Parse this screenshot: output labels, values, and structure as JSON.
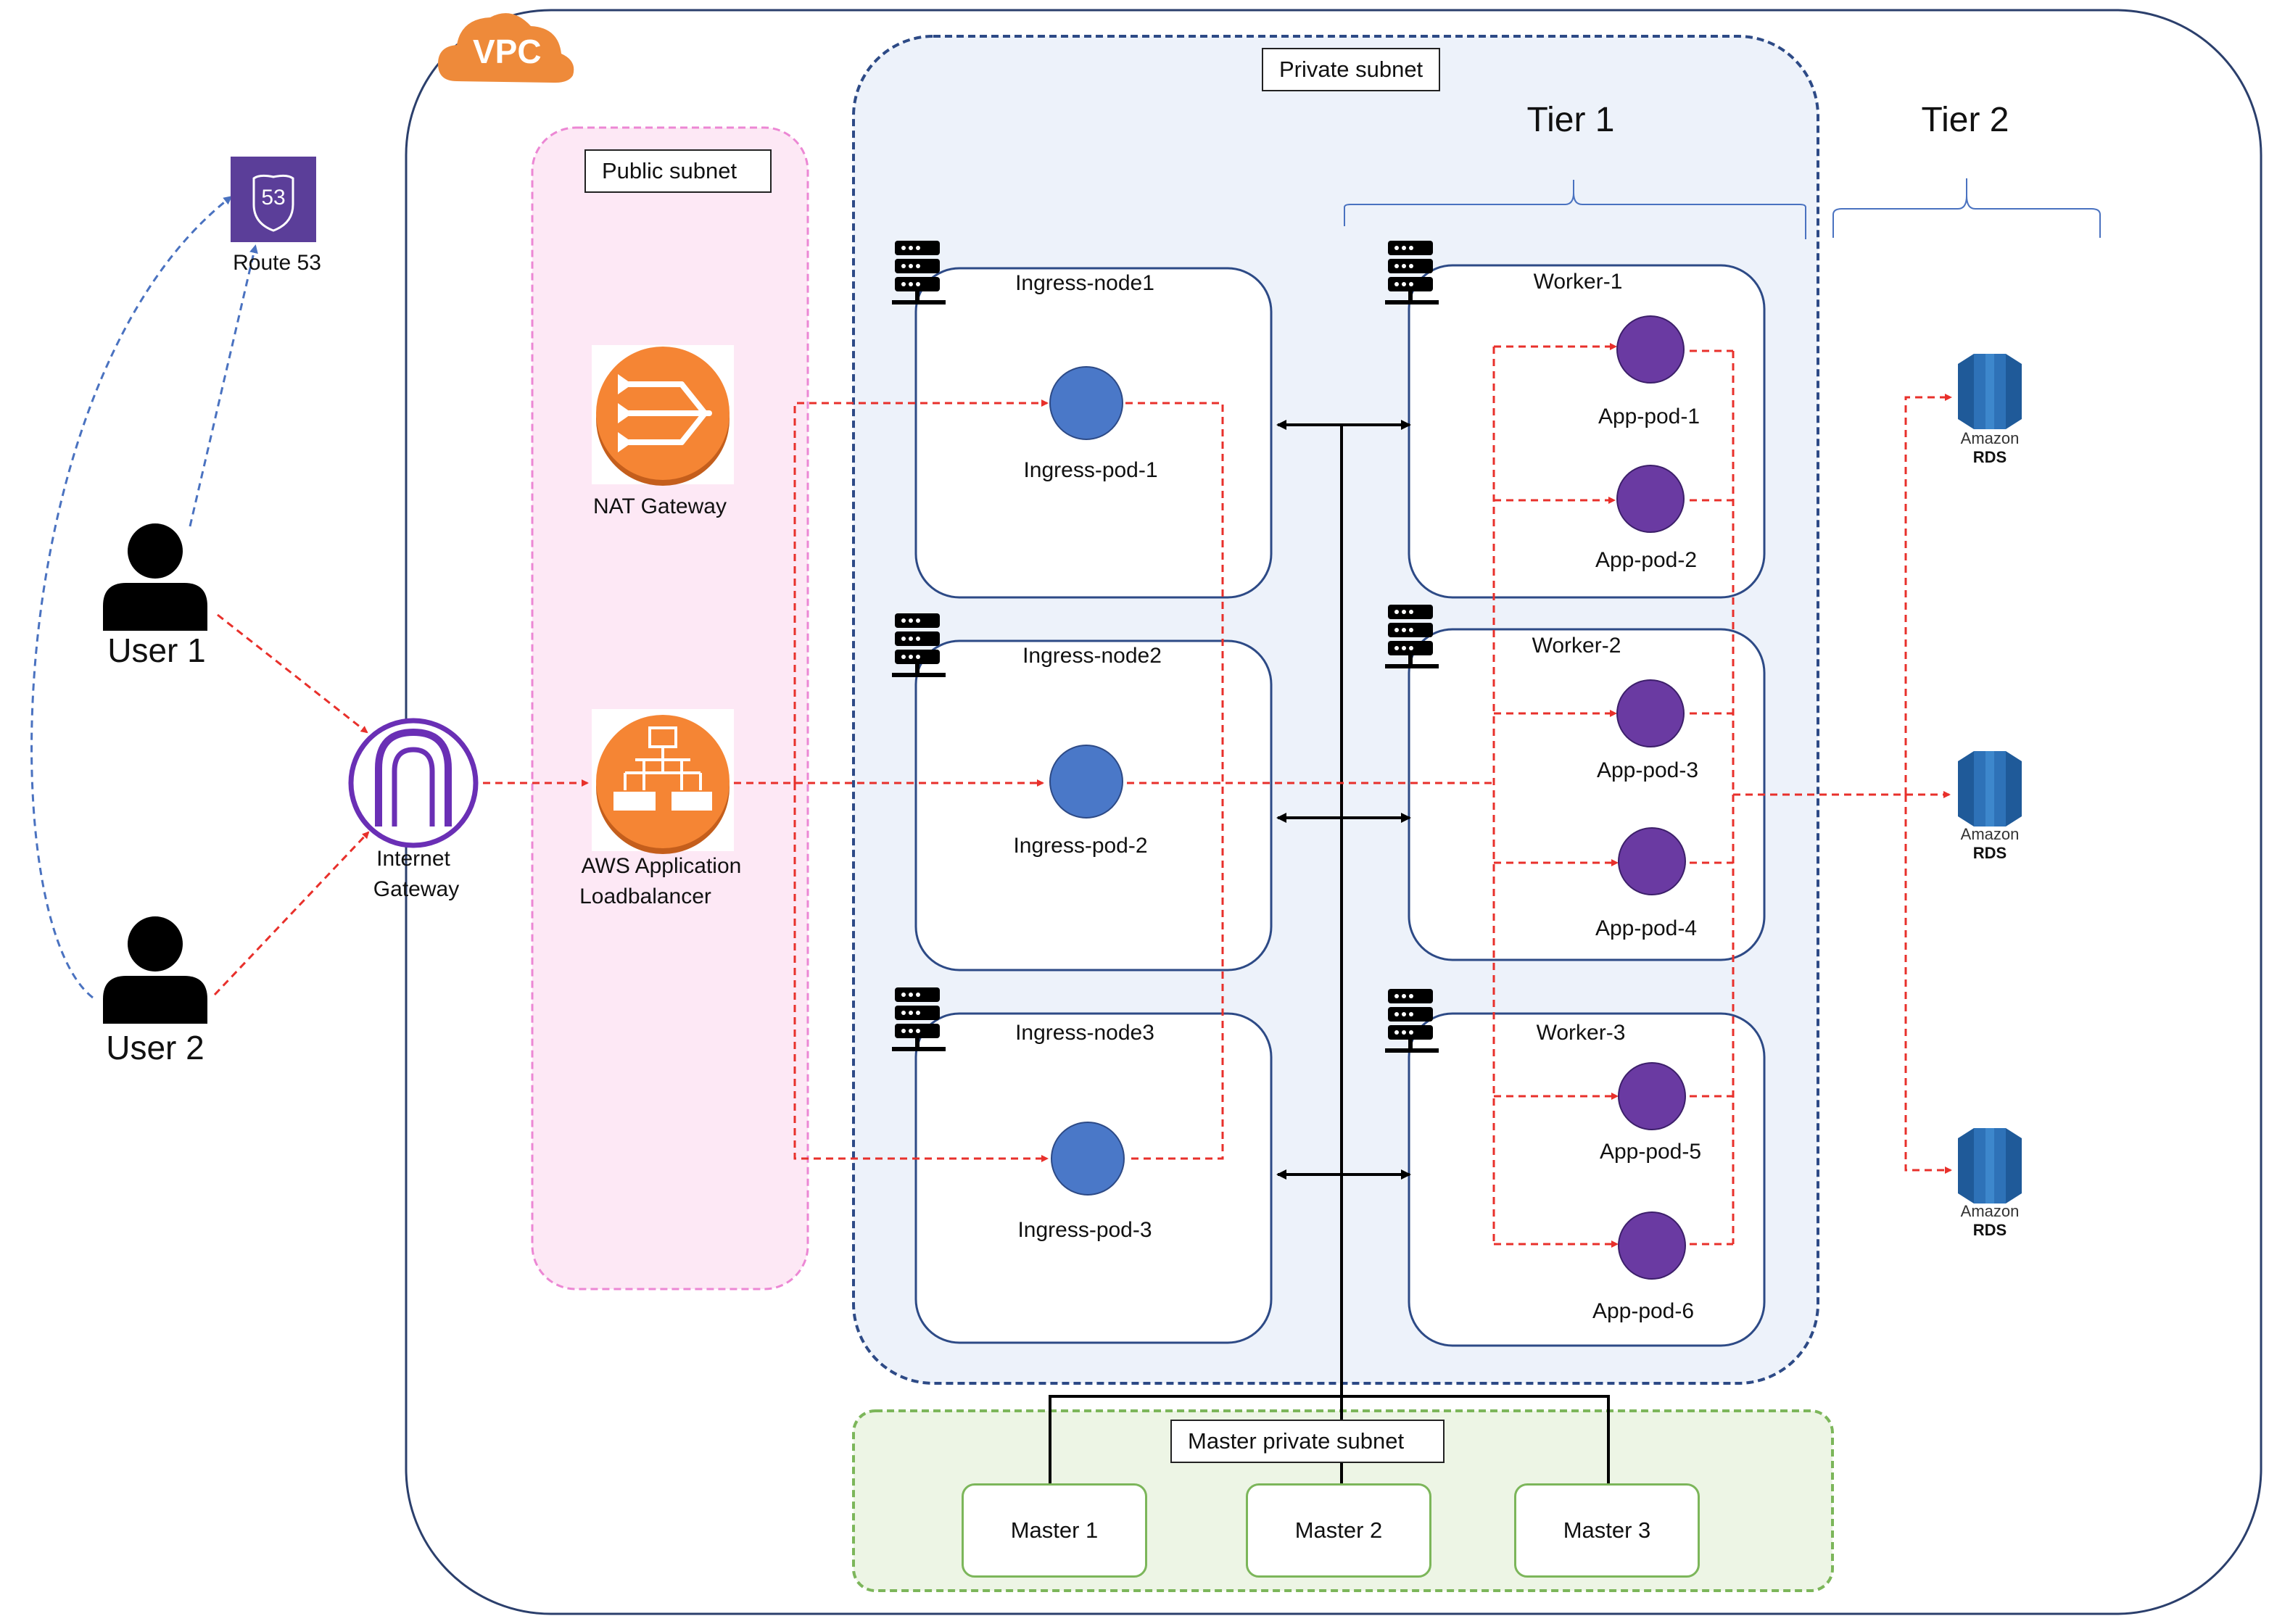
{
  "vpc": {
    "label": "VPC"
  },
  "public_subnet": {
    "label": "Public subnet"
  },
  "private_subnet": {
    "label": "Private subnet"
  },
  "master_subnet": {
    "label": "Master private subnet"
  },
  "tiers": {
    "tier1": "Tier 1",
    "tier2": "Tier 2"
  },
  "route53": {
    "label": "Route 53",
    "badge": "53"
  },
  "users": [
    {
      "label": "User 1"
    },
    {
      "label": "User 2"
    }
  ],
  "internet_gateway": {
    "line1": "Internet",
    "line2": "Gateway"
  },
  "nat_gateway": {
    "label": "NAT Gateway"
  },
  "alb": {
    "line1": "AWS Application",
    "line2": "Loadbalancer"
  },
  "ingress_nodes": [
    {
      "label": "Ingress-node1",
      "pod": "Ingress-pod-1"
    },
    {
      "label": "Ingress-node2",
      "pod": "Ingress-pod-2"
    },
    {
      "label": "Ingress-node3",
      "pod": "Ingress-pod-3"
    }
  ],
  "workers": [
    {
      "label": "Worker-1",
      "pods": [
        "App-pod-1",
        "App-pod-2"
      ]
    },
    {
      "label": "Worker-2",
      "pods": [
        "App-pod-3",
        "App-pod-4"
      ]
    },
    {
      "label": "Worker-3",
      "pods": [
        "App-pod-5",
        "App-pod-6"
      ]
    }
  ],
  "masters": [
    "Master 1",
    "Master 2",
    "Master 3"
  ],
  "rds": [
    {
      "line1": "Amazon",
      "line2": "RDS"
    },
    {
      "line1": "Amazon",
      "line2": "RDS"
    },
    {
      "line1": "Amazon",
      "line2": "RDS"
    }
  ],
  "colors": {
    "vpc_border": "#2b3f6c",
    "vpc_orange": "#ee8a3a",
    "public_subnet_fill": "#fde8f5",
    "public_subnet_border": "#ec87d4",
    "private_subnet_fill": "#edf2fa",
    "private_subnet_border": "#2d4a86",
    "master_subnet_fill": "#edf5e5",
    "master_subnet_border": "#7cb65a",
    "traffic_line": "#e8302b",
    "dns_line": "#4a72c0",
    "ingress_pod": "#4a78c8",
    "app_pod": "#6a3aa2",
    "route53": "#5b3e99",
    "internet_gateway": "#6a2fb5",
    "aws_orange": "#f58534",
    "rds_blue": "#2e72b8"
  }
}
